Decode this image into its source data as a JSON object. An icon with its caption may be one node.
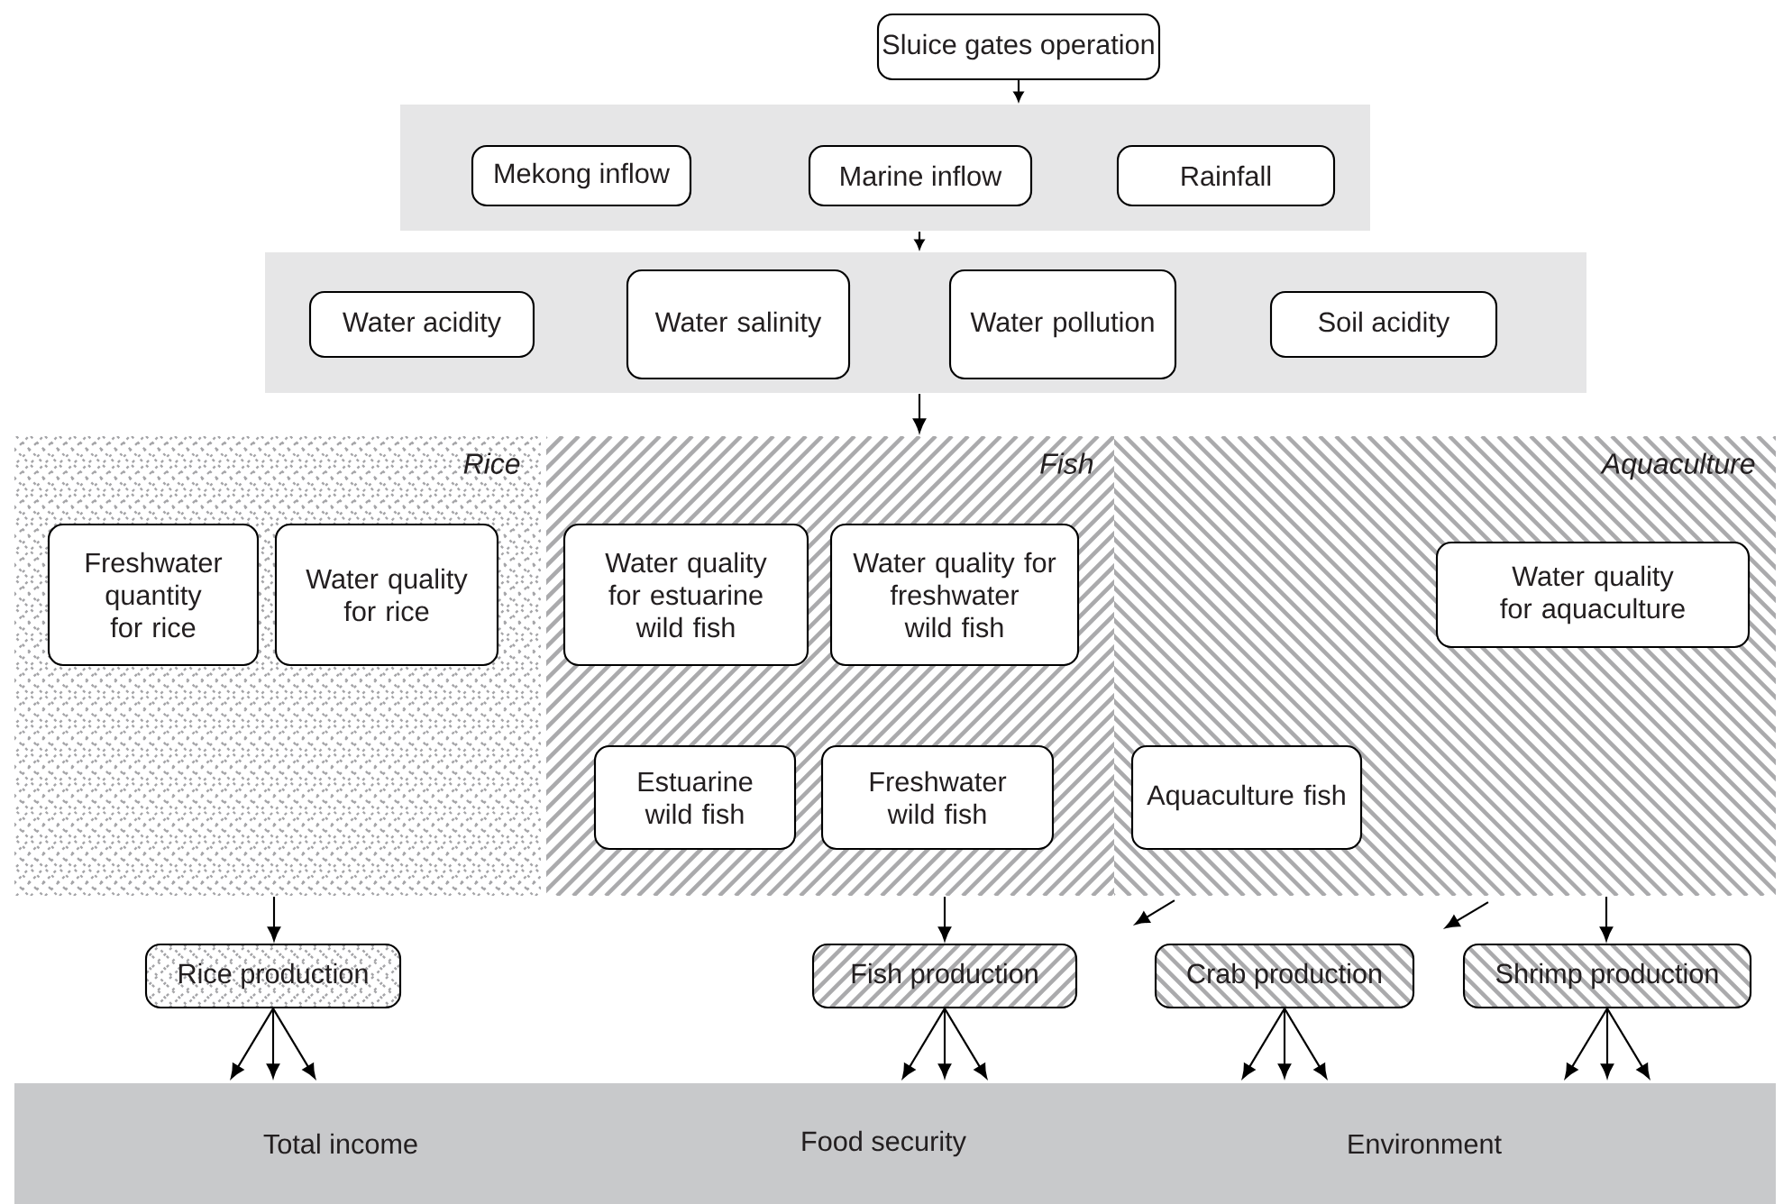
{
  "diagram": {
    "nodes": [
      {
        "text": [
          "Sluice gates operation"
        ]
      },
      {
        "text": [],
        "shape": "box"
      },
      {
        "text": [
          "Mekong inflow"
        ],
        "in": 1
      },
      {
        "text": [
          "Marine inflow"
        ],
        "in": 1
      },
      {
        "text": [
          "Rainfall"
        ],
        "in": 1
      },
      {
        "text": [],
        "shape": "box"
      },
      {
        "text": [
          "Water acidity"
        ],
        "in": 5
      },
      {
        "text": [
          "Water salinity"
        ],
        "in": 5
      },
      {
        "text": [
          "Water pollution"
        ],
        "in": 5
      },
      {
        "text": [
          "Soil acidity"
        ],
        "in": 5
      },
      {
        "text": [
          "Rice"
        ]
      },
      {
        "text": [
          "Freshwater quantity for rice"
        ],
        "in": 10
      },
      {
        "text": [
          "Water quality for rice"
        ],
        "in": 10
      },
      {
        "text": [
          "Fish"
        ]
      },
      {
        "text": [
          "Water quality for estuarine wild fish"
        ],
        "in": 13
      },
      {
        "text": [
          "Water quality for freshwater wild fish"
        ],
        "in": 13
      },
      {
        "text": [
          "Estuarine wild fish"
        ],
        "in": 13
      },
      {
        "text": [
          "Freshwater wild fish"
        ],
        "in": 13
      },
      {
        "text": [
          "Aquaculture"
        ]
      },
      {
        "text": [
          "Water quality for aquaculture"
        ],
        "in": 18
      },
      {
        "text": [
          "Aquaculture fish"
        ],
        "in": 18
      },
      {
        "text": [
          "Rice production"
        ]
      },
      {
        "text": [
          "Fish production"
        ]
      },
      {
        "text": [
          "Crab production"
        ]
      },
      {
        "text": [
          "Shrimp production"
        ]
      },
      {
        "text": [
          "Total income",
          "Food security",
          "Environment"
        ]
      }
    ],
    "edges": [
      {
        "from": 0,
        "to": 1,
        "arrow": "to"
      },
      {
        "from": 1,
        "to": 5,
        "arrow": "to"
      },
      {
        "from": 5,
        "to": 13,
        "arrow": "to"
      },
      {
        "from": 10,
        "to": 21,
        "arrow": "to"
      },
      {
        "from": 13,
        "to": 22,
        "arrow": "to"
      },
      {
        "from": 18,
        "to": 23,
        "arrow": "to"
      },
      {
        "from": 18,
        "to": 23,
        "arrow": "to"
      },
      {
        "from": 18,
        "to": 24,
        "arrow": "to"
      },
      {
        "from": 21,
        "to": 25,
        "arrow": "to"
      },
      {
        "from": 21,
        "to": 25,
        "arrow": "to"
      },
      {
        "from": 21,
        "to": 25,
        "arrow": "to"
      },
      {
        "from": 22,
        "to": 25,
        "arrow": "to"
      },
      {
        "from": 22,
        "to": 25,
        "arrow": "to"
      },
      {
        "from": 22,
        "to": 25,
        "arrow": "to"
      },
      {
        "from": 23,
        "to": 25,
        "arrow": "to"
      },
      {
        "from": 23,
        "to": 25,
        "arrow": "to"
      },
      {
        "from": 23,
        "to": 25,
        "arrow": "to"
      },
      {
        "from": 24,
        "to": 25,
        "arrow": "to"
      },
      {
        "from": 24,
        "to": 25,
        "arrow": "to"
      },
      {
        "from": 24,
        "to": 25,
        "arrow": "to"
      }
    ]
  }
}
